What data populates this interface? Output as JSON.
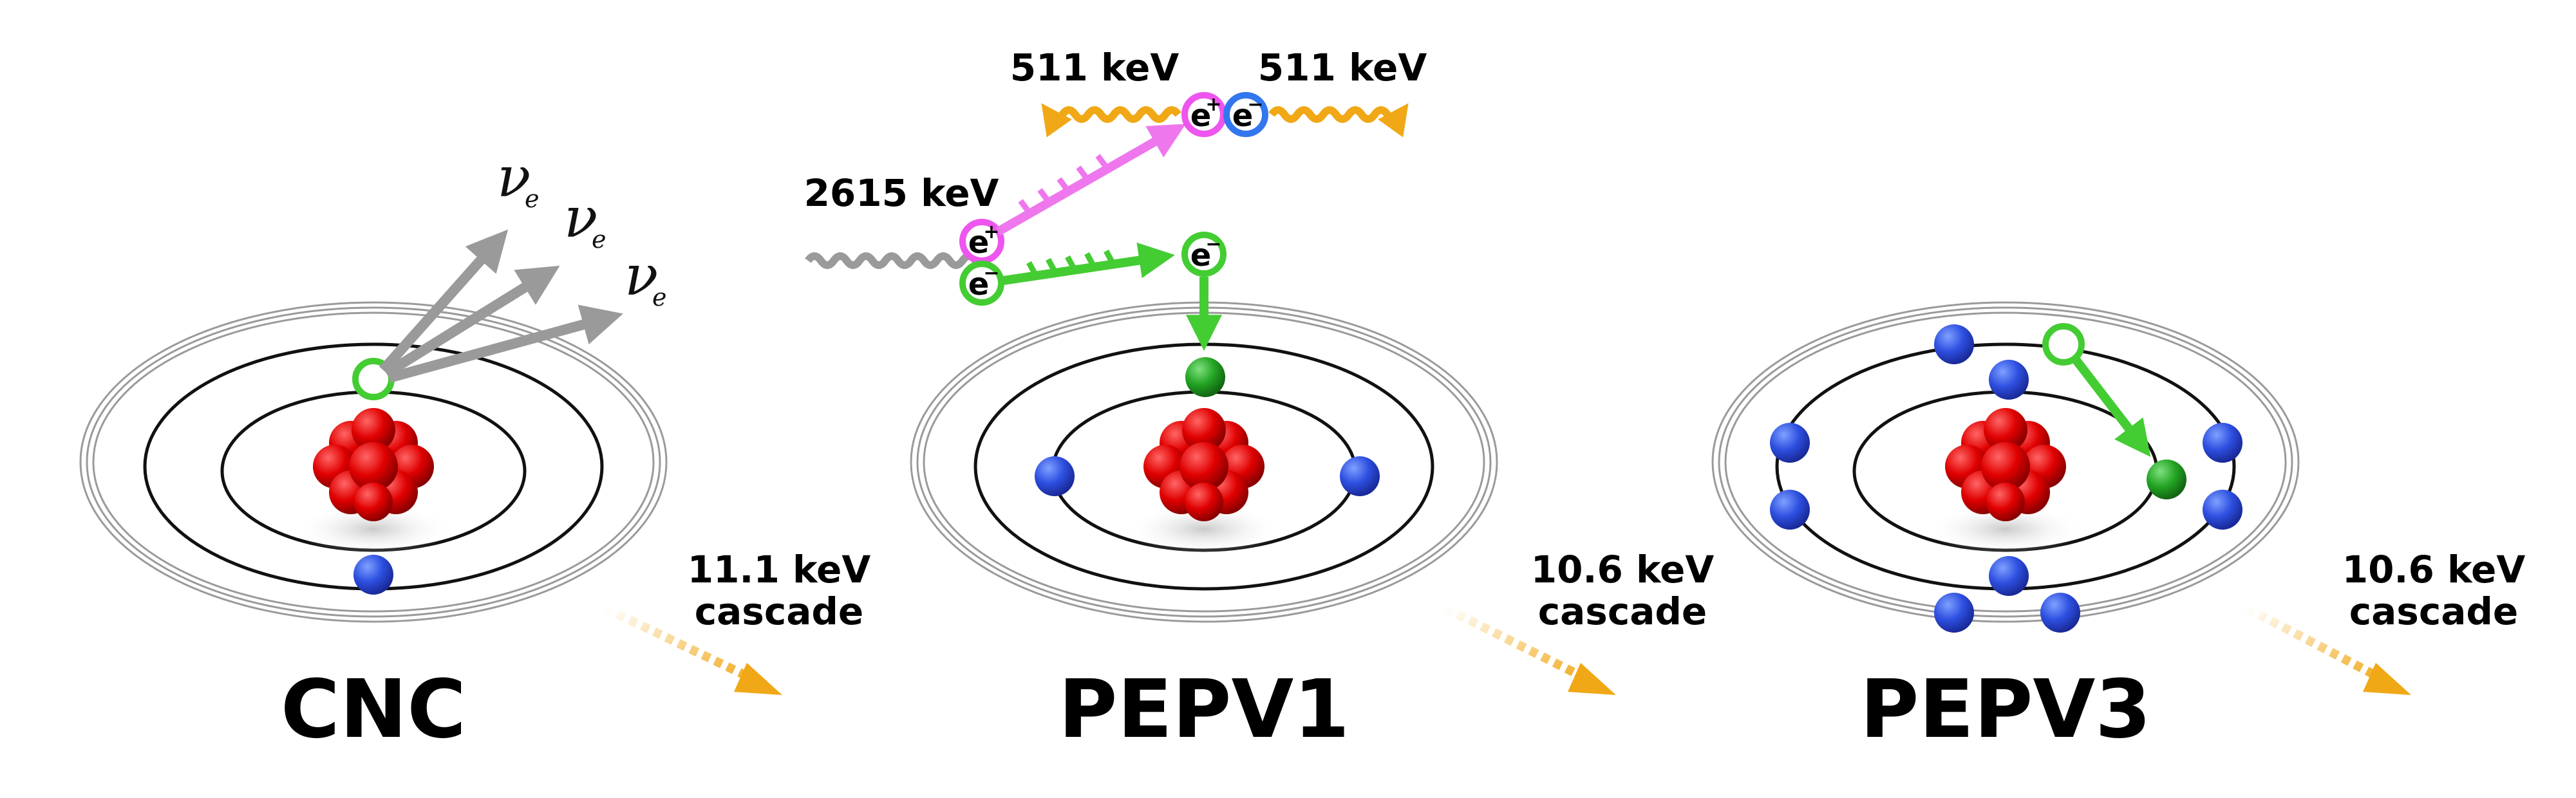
{
  "colors": {
    "orbit": "#111111",
    "shell_outer": "#9a9a9a",
    "nucleus": "#e00000",
    "electron_blue": "#2244dd",
    "electron_green": "#22aa22",
    "arrow_green": "#44cc33",
    "arrow_gray": "#9a9a9a",
    "arrow_pink": "#ee77ee",
    "photon_orange": "#f0a816",
    "positron_ring": "#ee55ee",
    "electron_ring_blue": "#3377ee",
    "cascade_arrow": "#f0a816"
  },
  "labels": {
    "cnc": "CNC",
    "pepv1": "PEPV1",
    "pepv3": "PEPV3",
    "cascade_cnc_energy": "11.1 keV",
    "cascade_cnc_word": "cascade",
    "cascade_pepv1_energy": "10.6 keV",
    "cascade_pepv1_word": "cascade",
    "cascade_pepv3_energy": "10.6 keV",
    "cascade_pepv3_word": "cascade",
    "gamma_energy": "2615 keV",
    "annihilation_left": "511 keV",
    "annihilation_right": "511 keV",
    "nu_symbol": "ν",
    "nu_subscript": "e",
    "electron_symbol": "e",
    "minus_sign": "−",
    "plus_sign": "+"
  },
  "icons": {
    "nucleus": "nucleus-cluster-icon",
    "vacancy": "vacancy-ring-icon",
    "photon": "wavy-photon-icon"
  }
}
